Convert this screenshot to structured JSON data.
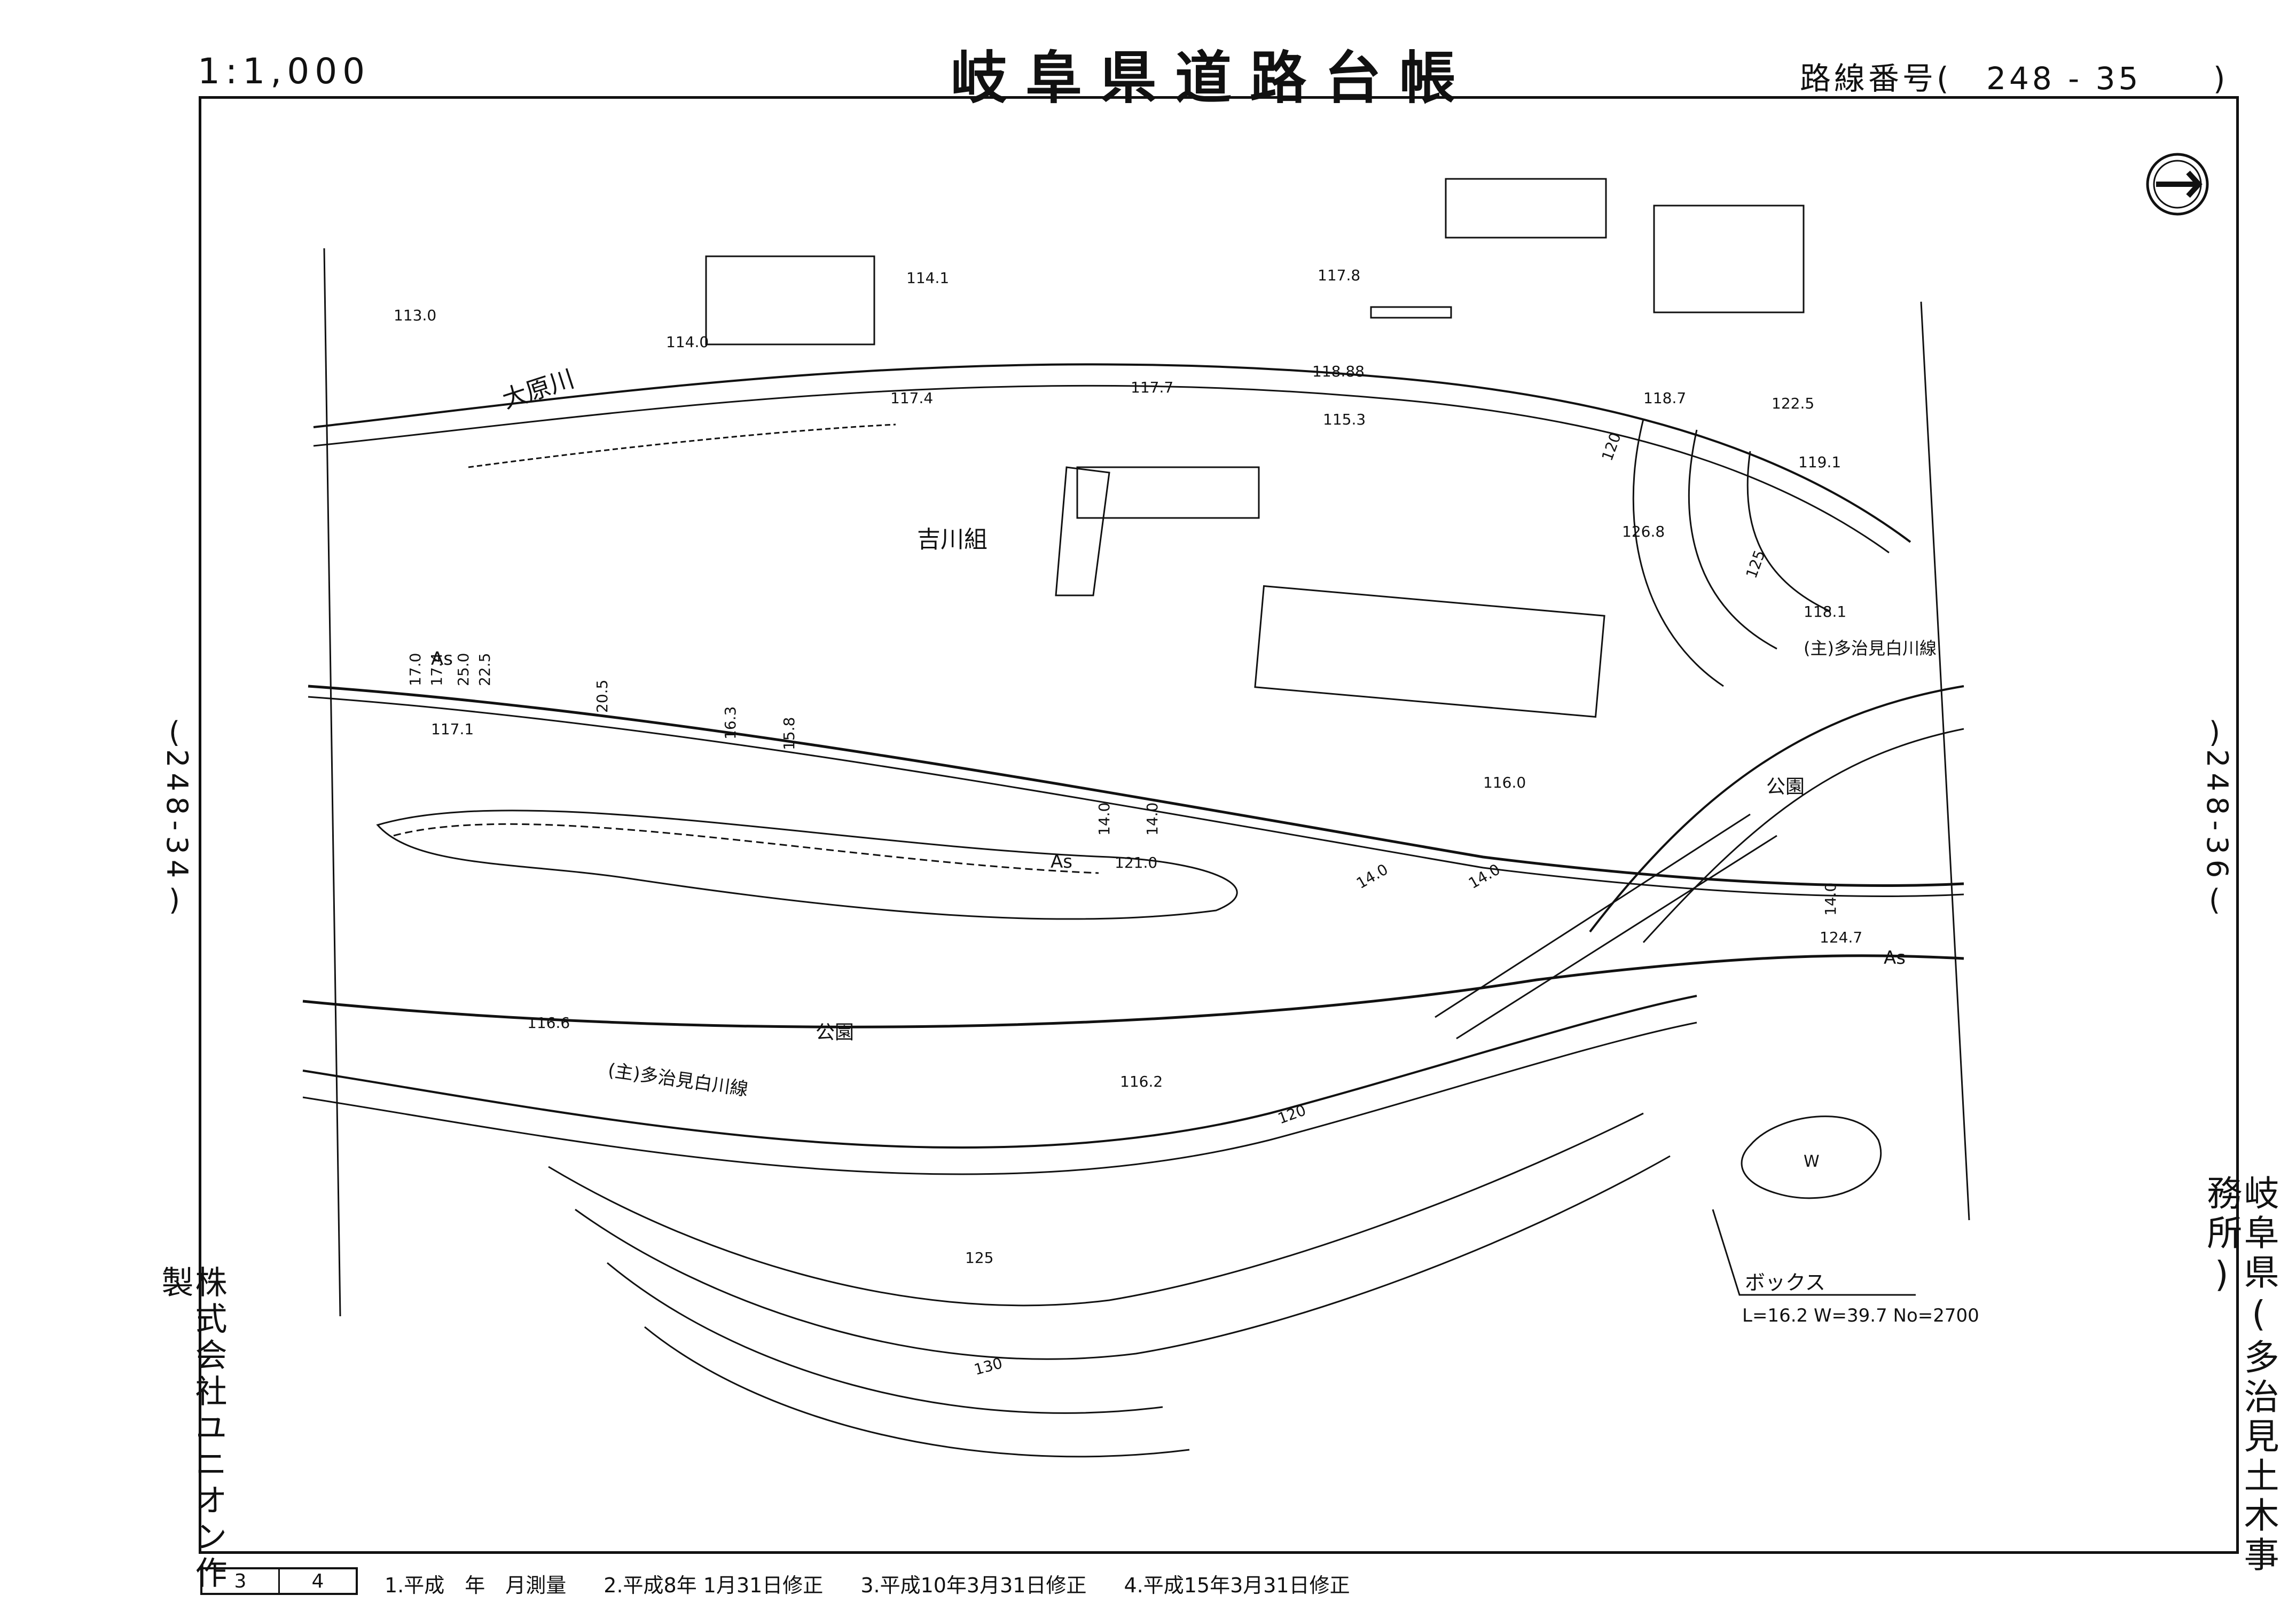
{
  "header": {
    "scale": "1:1,000",
    "title": "岐阜県道路台帳",
    "route_label": "路線番号(",
    "route_number": "248 - 35",
    "route_close": ")"
  },
  "adjacent_sheets": {
    "left": "248-34",
    "right": "248-36"
  },
  "side_text": {
    "company": "株式会社ユニオン作製",
    "office": "岐阜県(多治見土木事務所)"
  },
  "footer": {
    "sheet_cells": [
      "3",
      "4"
    ],
    "history": [
      "1.平成　年　月測量",
      "2.平成8年 1月31日修正",
      "3.平成10年3月31日修正",
      "4.平成15年3月31日修正"
    ]
  },
  "map": {
    "labels": {
      "river": "大原川",
      "company_bldg": "吉川組",
      "park_left": "公園",
      "park_right": "公園",
      "route_left": "(主)多治見白川線",
      "route_right": "(主)多治見白川線",
      "box_name": "ボックス",
      "box_spec": "L=16.2 W=39.7 No=2700",
      "asphalt": "As",
      "pond": "W"
    },
    "elevations": [
      "113.0",
      "114.0",
      "114.1",
      "117.4",
      "117.7",
      "118.88",
      "117.8",
      "115.3",
      "118.7",
      "122.5",
      "119.1",
      "126.8",
      "118.1",
      "117.1",
      "116.0",
      "121.0",
      "124.7",
      "116.6",
      "116.2"
    ],
    "road_widths": [
      "17.0",
      "17.4",
      "25.0",
      "22.5",
      "20.5",
      "16.3",
      "15.8",
      "14.0",
      "14.0",
      "14.0",
      "14.0",
      "14.0"
    ],
    "contours": [
      "120",
      "125",
      "120",
      "125",
      "130"
    ]
  },
  "colors": {
    "ink": "#111111",
    "paper": "#ffffff"
  },
  "icons": [
    "north-arrow-icon"
  ]
}
